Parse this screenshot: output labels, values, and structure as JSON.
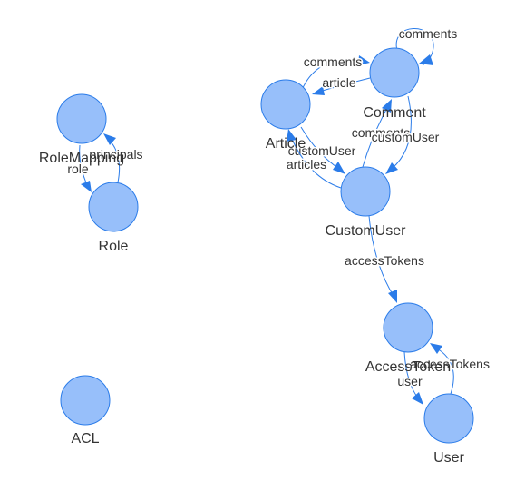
{
  "diagram": {
    "type": "network-graph",
    "colors": {
      "node_fill": "#97bffa",
      "node_stroke": "#2b7ce9",
      "edge": "#2b7ce9",
      "label": "#343434"
    },
    "nodes": [
      {
        "id": "RoleMapping",
        "label": "RoleMapping"
      },
      {
        "id": "Role",
        "label": "Role"
      },
      {
        "id": "ACL",
        "label": "ACL"
      },
      {
        "id": "Article",
        "label": "Article"
      },
      {
        "id": "Comment",
        "label": "Comment"
      },
      {
        "id": "CustomUser",
        "label": "CustomUser"
      },
      {
        "id": "AccessToken",
        "label": "AccessToken"
      },
      {
        "id": "User",
        "label": "User"
      }
    ],
    "edges": [
      {
        "from": "RoleMapping",
        "to": "Role",
        "label": "role"
      },
      {
        "from": "Role",
        "to": "RoleMapping",
        "label": "principals"
      },
      {
        "from": "Comment",
        "to": "Comment",
        "label": "comments"
      },
      {
        "from": "Article",
        "to": "Comment",
        "label": "comments"
      },
      {
        "from": "Comment",
        "to": "Article",
        "label": "article"
      },
      {
        "from": "Article",
        "to": "CustomUser",
        "label": "customUser"
      },
      {
        "from": "CustomUser",
        "to": "Article",
        "label": "articles"
      },
      {
        "from": "CustomUser",
        "to": "Comment",
        "label": "comments"
      },
      {
        "from": "Comment",
        "to": "CustomUser",
        "label": "customUser"
      },
      {
        "from": "CustomUser",
        "to": "AccessToken",
        "label": "accessTokens"
      },
      {
        "from": "AccessToken",
        "to": "User",
        "label": "user"
      },
      {
        "from": "User",
        "to": "AccessToken",
        "label": "accessTokens"
      }
    ]
  }
}
